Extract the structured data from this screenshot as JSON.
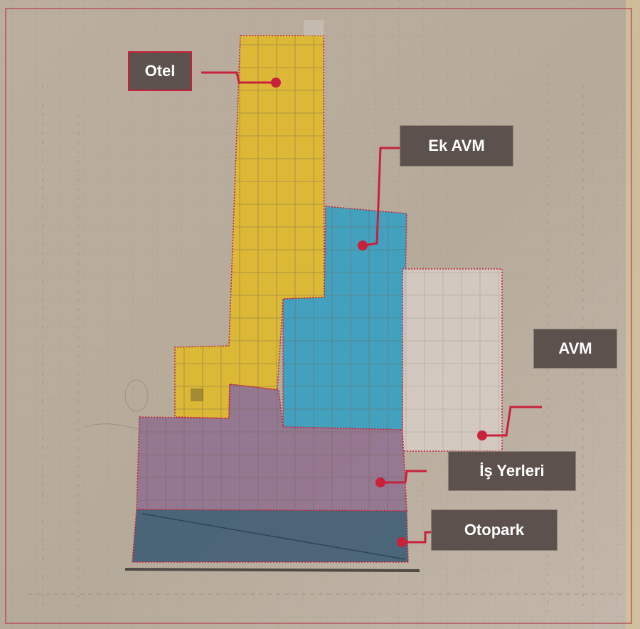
{
  "labels": {
    "otel": "Otel",
    "ek_avm": "Ek AVM",
    "avm": "AVM",
    "is_yerleri": "İş Yerleri",
    "otopark": "Otopark"
  },
  "colors": {
    "paper": "#b9ac9c",
    "otel_zone": "#e0b928",
    "ek_avm_zone": "#2f9fc4",
    "avm_zone": "#d9cfc9",
    "is_yerleri_zone": "#8e6f8e",
    "otopark_zone": "#3c5b73",
    "leader": "#c8213b",
    "label_bg": "#5c514c"
  }
}
